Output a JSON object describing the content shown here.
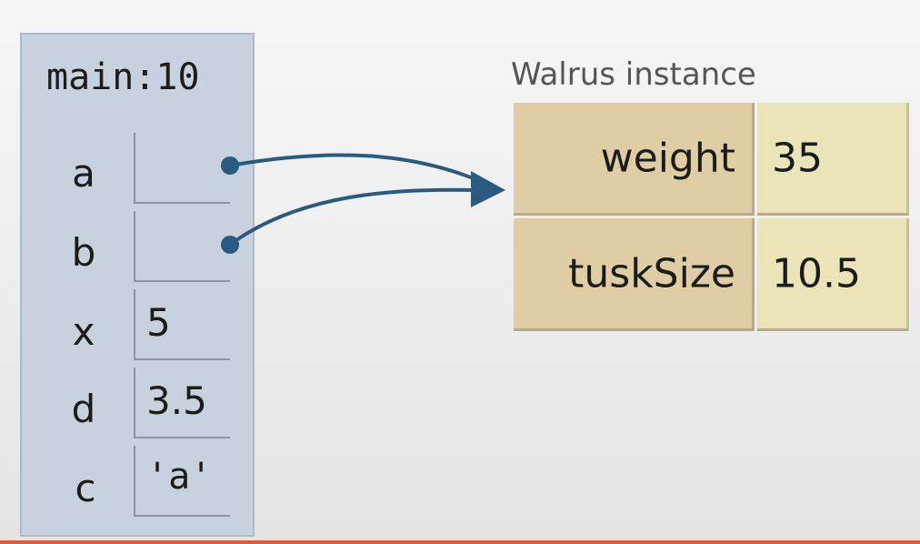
{
  "stack_frame": {
    "title": "main:10",
    "variables": [
      {
        "name": "a",
        "value": "",
        "is_reference": true
      },
      {
        "name": "b",
        "value": "",
        "is_reference": true
      },
      {
        "name": "x",
        "value": "5",
        "is_reference": false
      },
      {
        "name": "d",
        "value": "3.5",
        "is_reference": false
      },
      {
        "name": "c",
        "value": "'a'",
        "is_reference": false
      }
    ]
  },
  "object": {
    "label": "Walrus instance",
    "fields": [
      {
        "name": "weight",
        "value": "35"
      },
      {
        "name": "tuskSize",
        "value": "10.5"
      }
    ]
  },
  "colors": {
    "frame_bg": "#c8d2df",
    "field_name_bg": "#dfcda3",
    "field_value_bg": "#ebe4b8",
    "arrow": "#2a5a80",
    "accent_rule": "#e05a3a"
  }
}
